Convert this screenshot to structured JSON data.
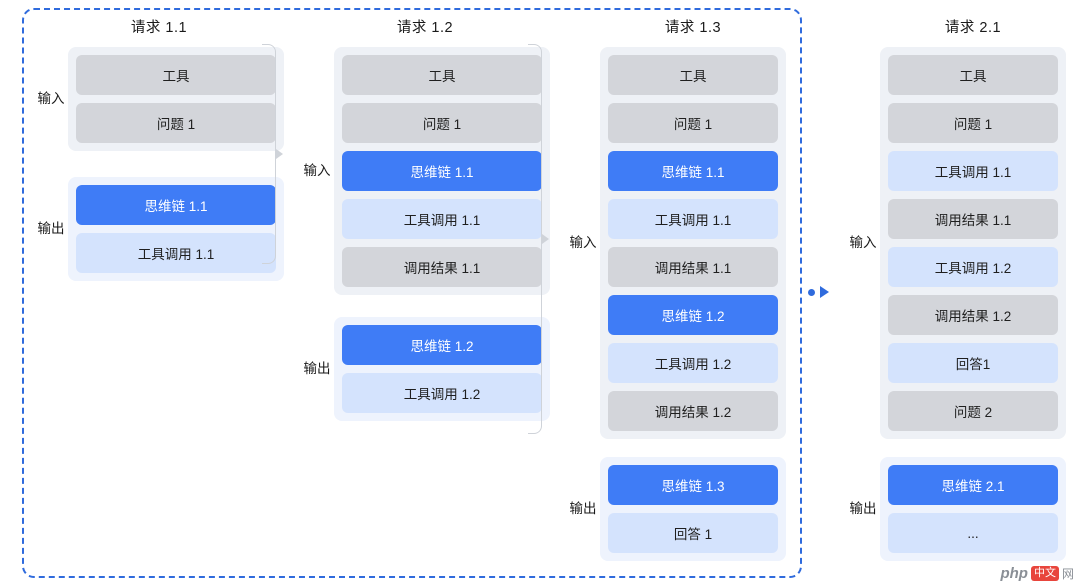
{
  "diagram": {
    "title": "",
    "colors": {
      "dashed_border": "#2f6bdd",
      "cell_grey": "#d3d5da",
      "cell_blue": "#3f7cf6",
      "cell_lightblue": "#d4e3fd",
      "panel_grey": "#eef1f6",
      "panel_light": "#eef3fd"
    },
    "labels": {
      "input": "输入",
      "output": "输出"
    },
    "columns": [
      {
        "title": "请求 1.1",
        "groups": [
          {
            "label": "输入",
            "style": "grey",
            "cells": [
              {
                "text": "工具",
                "style": "grey"
              },
              {
                "text": "问题 1",
                "style": "grey"
              }
            ]
          },
          {
            "label": "输出",
            "style": "light",
            "cells": [
              {
                "text": "思维链 1.1",
                "style": "blue"
              },
              {
                "text": "工具调用 1.1",
                "style": "lightblue"
              }
            ]
          }
        ]
      },
      {
        "title": "请求 1.2",
        "groups": [
          {
            "label": "输入",
            "style": "grey",
            "cells": [
              {
                "text": "工具",
                "style": "grey"
              },
              {
                "text": "问题 1",
                "style": "grey"
              },
              {
                "text": "思维链 1.1",
                "style": "blue"
              },
              {
                "text": "工具调用 1.1",
                "style": "lightblue"
              },
              {
                "text": "调用结果 1.1",
                "style": "grey"
              }
            ]
          },
          {
            "label": "输出",
            "style": "light",
            "cells": [
              {
                "text": "思维链 1.2",
                "style": "blue"
              },
              {
                "text": "工具调用 1.2",
                "style": "lightblue"
              }
            ]
          }
        ]
      },
      {
        "title": "请求 1.3",
        "groups": [
          {
            "label": "输入",
            "style": "grey",
            "cells": [
              {
                "text": "工具",
                "style": "grey"
              },
              {
                "text": "问题 1",
                "style": "grey"
              },
              {
                "text": "思维链 1.1",
                "style": "blue"
              },
              {
                "text": "工具调用 1.1",
                "style": "lightblue"
              },
              {
                "text": "调用结果 1.1",
                "style": "grey"
              },
              {
                "text": "思维链 1.2",
                "style": "blue"
              },
              {
                "text": "工具调用 1.2",
                "style": "lightblue"
              },
              {
                "text": "调用结果 1.2",
                "style": "grey"
              }
            ]
          },
          {
            "label": "输出",
            "style": "light",
            "cells": [
              {
                "text": "思维链 1.3",
                "style": "blue"
              },
              {
                "text": "回答 1",
                "style": "lightblue"
              }
            ]
          }
        ]
      },
      {
        "title": "请求 2.1",
        "groups": [
          {
            "label": "输入",
            "style": "grey",
            "cells": [
              {
                "text": "工具",
                "style": "grey"
              },
              {
                "text": "问题 1",
                "style": "grey"
              },
              {
                "text": "工具调用 1.1",
                "style": "lightblue"
              },
              {
                "text": "调用结果 1.1",
                "style": "grey"
              },
              {
                "text": "工具调用 1.2",
                "style": "lightblue"
              },
              {
                "text": "调用结果 1.2",
                "style": "grey"
              },
              {
                "text": "回答1",
                "style": "lightblue"
              },
              {
                "text": "问题 2",
                "style": "grey"
              }
            ]
          },
          {
            "label": "输出",
            "style": "light",
            "cells": [
              {
                "text": "思维链 2.1",
                "style": "blue"
              },
              {
                "text": "...",
                "style": "lightblue"
              }
            ]
          }
        ]
      }
    ]
  },
  "watermark": {
    "php": "php",
    "badge": "中文",
    "text": "网"
  }
}
